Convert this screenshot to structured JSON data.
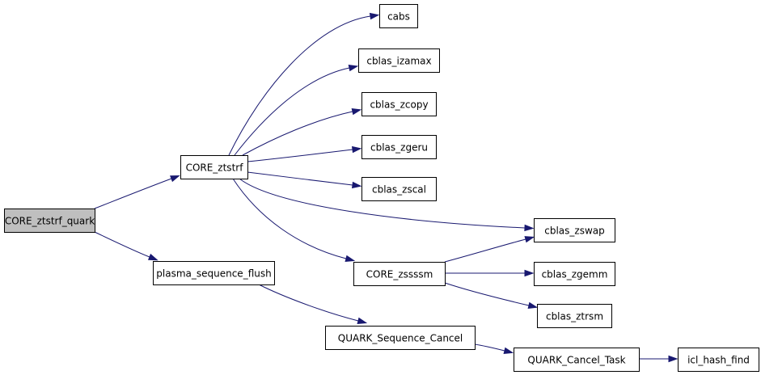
{
  "diagram": {
    "type": "call-graph",
    "edge_color": "#191970",
    "root_fill": "#bfbfbf",
    "node_fill": "#ffffff",
    "nodes": [
      {
        "id": "core_ztstrf_quark",
        "label": "CORE_ztstrf_quark",
        "root": true
      },
      {
        "id": "core_ztstrf",
        "label": "CORE_ztstrf"
      },
      {
        "id": "plasma_sequence_flush",
        "label": "plasma_sequence_flush"
      },
      {
        "id": "cabs",
        "label": "cabs"
      },
      {
        "id": "cblas_izamax",
        "label": "cblas_izamax"
      },
      {
        "id": "cblas_zcopy",
        "label": "cblas_zcopy"
      },
      {
        "id": "cblas_zgeru",
        "label": "cblas_zgeru"
      },
      {
        "id": "cblas_zscal",
        "label": "cblas_zscal"
      },
      {
        "id": "cblas_zswap",
        "label": "cblas_zswap"
      },
      {
        "id": "core_zssssm",
        "label": "CORE_zssssm"
      },
      {
        "id": "cblas_zgemm",
        "label": "cblas_zgemm"
      },
      {
        "id": "cblas_ztrsm",
        "label": "cblas_ztrsm"
      },
      {
        "id": "quark_sequence_cancel",
        "label": "QUARK_Sequence_Cancel"
      },
      {
        "id": "quark_cancel_task",
        "label": "QUARK_Cancel_Task"
      },
      {
        "id": "icl_hash_find",
        "label": "icl_hash_find"
      }
    ],
    "edges": [
      {
        "from": "core_ztstrf_quark",
        "to": "core_ztstrf"
      },
      {
        "from": "core_ztstrf_quark",
        "to": "plasma_sequence_flush"
      },
      {
        "from": "core_ztstrf",
        "to": "cabs"
      },
      {
        "from": "core_ztstrf",
        "to": "cblas_izamax"
      },
      {
        "from": "core_ztstrf",
        "to": "cblas_zcopy"
      },
      {
        "from": "core_ztstrf",
        "to": "cblas_zgeru"
      },
      {
        "from": "core_ztstrf",
        "to": "cblas_zscal"
      },
      {
        "from": "core_ztstrf",
        "to": "cblas_zswap"
      },
      {
        "from": "core_ztstrf",
        "to": "core_zssssm"
      },
      {
        "from": "core_zssssm",
        "to": "cblas_zswap"
      },
      {
        "from": "core_zssssm",
        "to": "cblas_zgemm"
      },
      {
        "from": "core_zssssm",
        "to": "cblas_ztrsm"
      },
      {
        "from": "plasma_sequence_flush",
        "to": "quark_sequence_cancel"
      },
      {
        "from": "quark_sequence_cancel",
        "to": "quark_cancel_task"
      },
      {
        "from": "quark_cancel_task",
        "to": "icl_hash_find"
      }
    ]
  }
}
